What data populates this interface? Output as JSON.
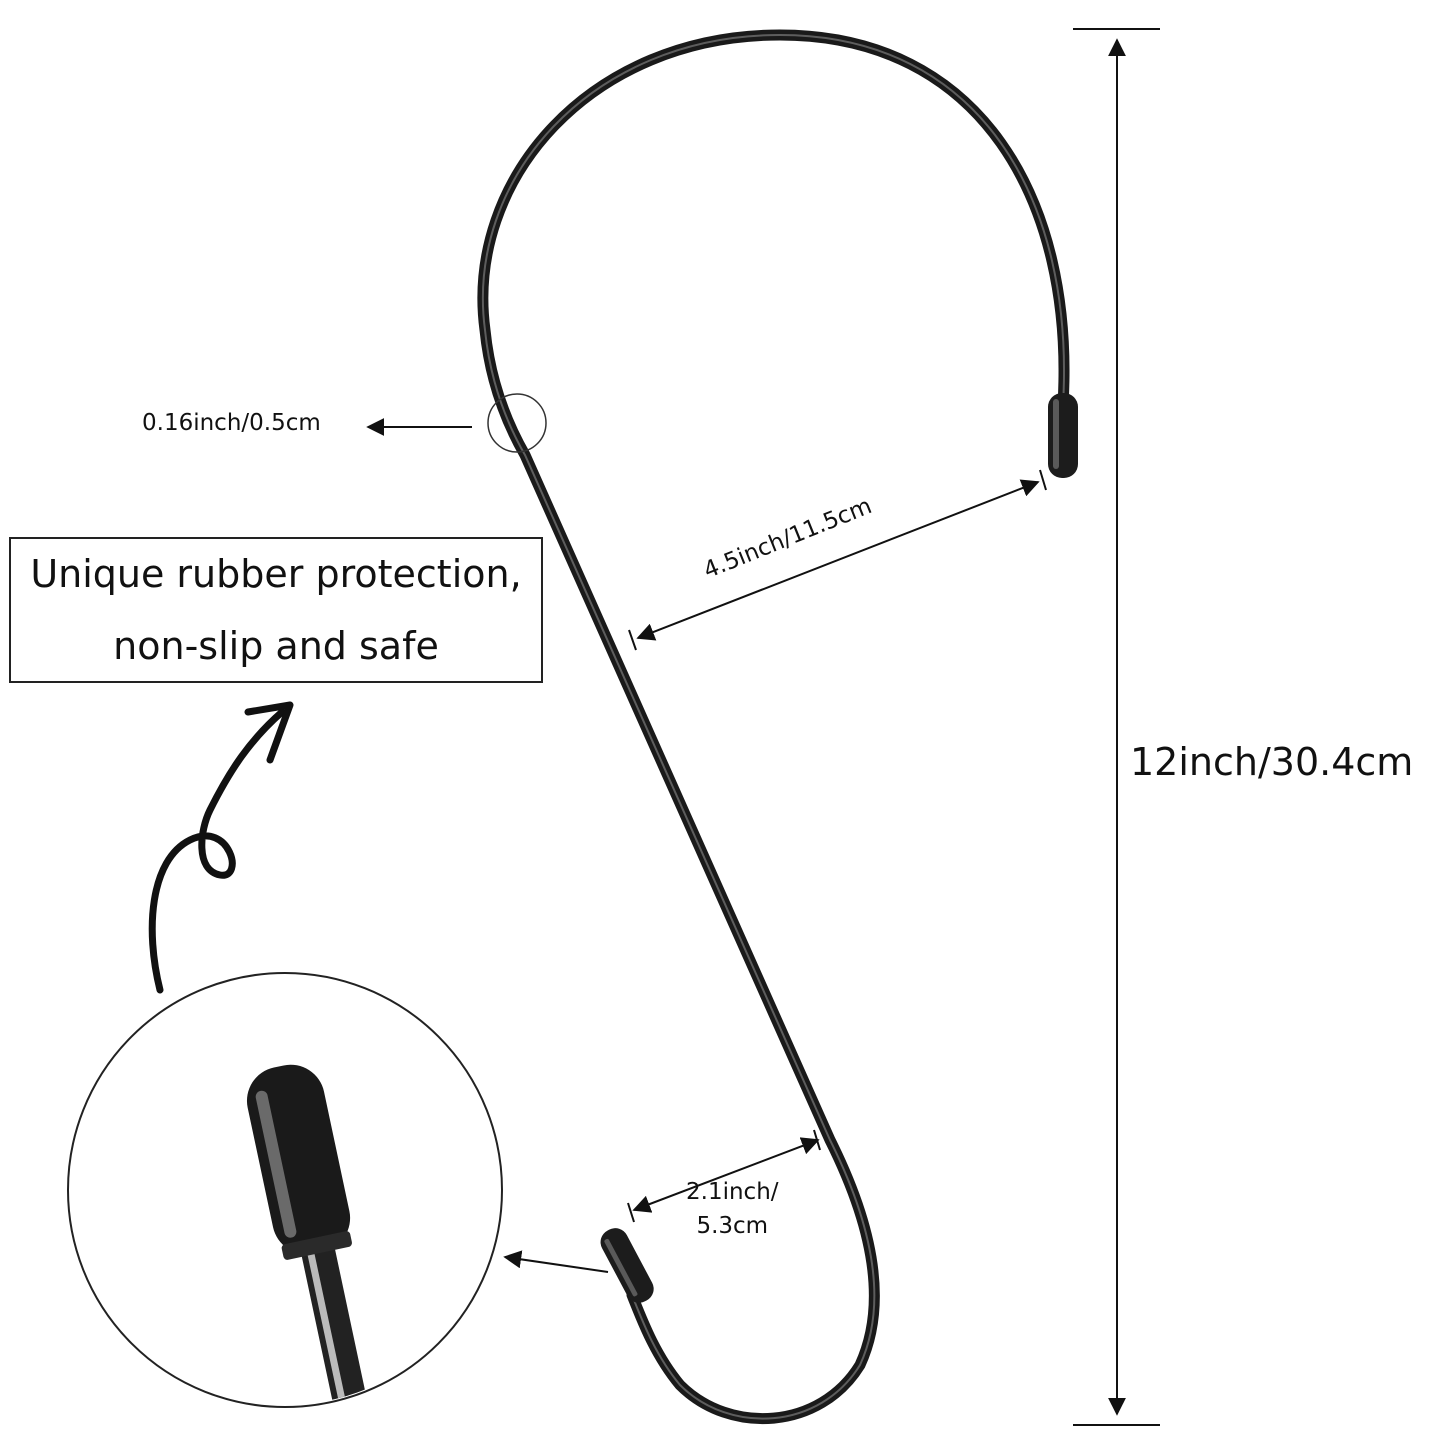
{
  "dimensions": {
    "height": "12inch/30.4cm",
    "wire_diameter": "0.16inch/0.5cm",
    "large_opening": "4.5inch/11.5cm",
    "small_opening_line1": "2.1inch/",
    "small_opening_line2": "5.3cm"
  },
  "callout": {
    "line1": "Unique rubber protection,",
    "line2": "non-slip and safe"
  },
  "colors": {
    "hook": "#1a1a1a",
    "line": "#111111",
    "background": "#ffffff"
  },
  "icons": {
    "callout_arrow": "curly-arrow-icon",
    "zoom": "magnifier-circle-icon"
  }
}
